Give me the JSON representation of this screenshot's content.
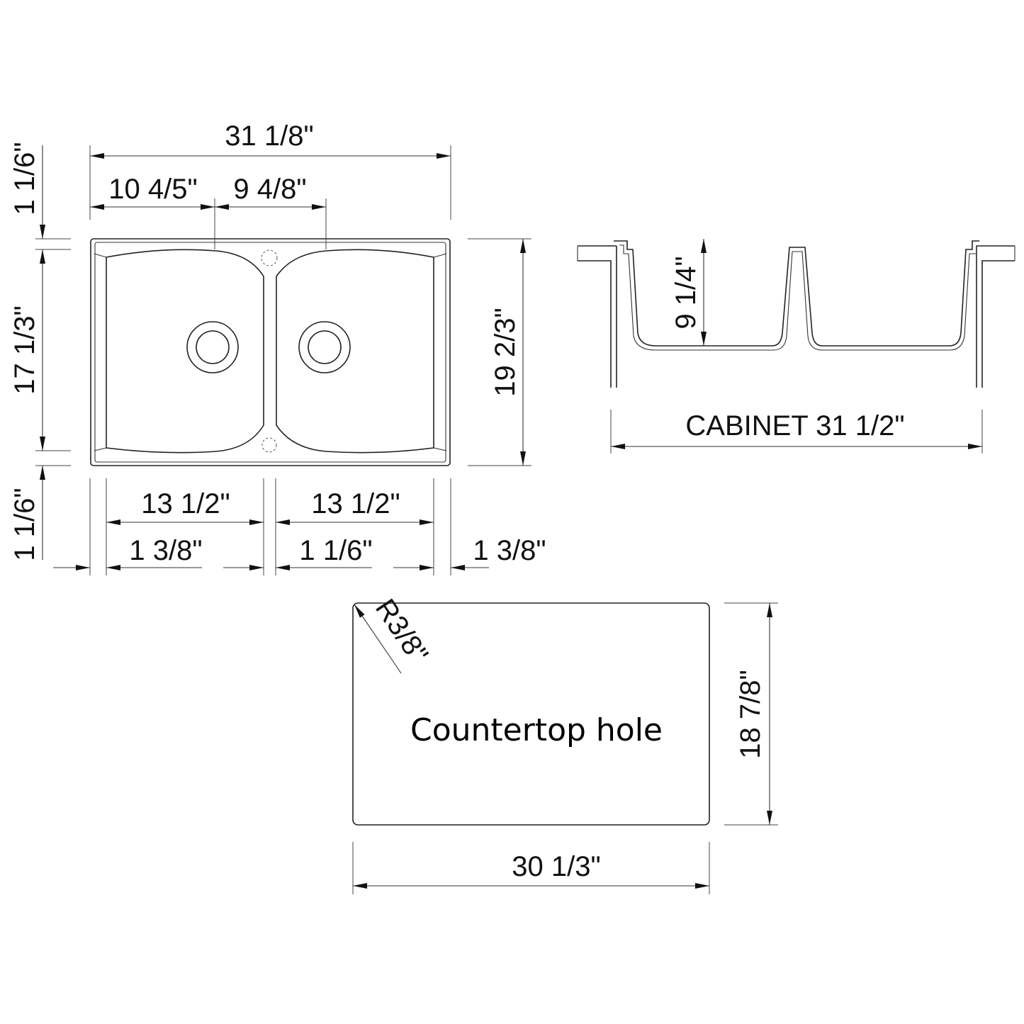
{
  "top_view": {
    "overall_width": "31  1/8\"",
    "left_offset": "10  4/5\"",
    "center_offset": "9  4/8\"",
    "overall_depth": "19  2/3\"",
    "inner_depth": "17  1/3\"",
    "top_margin": "1  1/6\"",
    "bottom_margin": "1  1/6\"",
    "left_bowl_width": "13  1/2\"",
    "right_bowl_width": "13  1/2\"",
    "left_rim": "1  3/8\"",
    "center_divider": "1  1/6\"",
    "right_rim": "1  3/8\""
  },
  "side_view": {
    "bowl_depth": "9  1/4\"",
    "cabinet_label": "CABINET 31  1/2\""
  },
  "cutout": {
    "label": "Countertop hole",
    "corner_radius": "R3/8\"",
    "height": "18  7/8\"",
    "width": "30  1/3\""
  }
}
